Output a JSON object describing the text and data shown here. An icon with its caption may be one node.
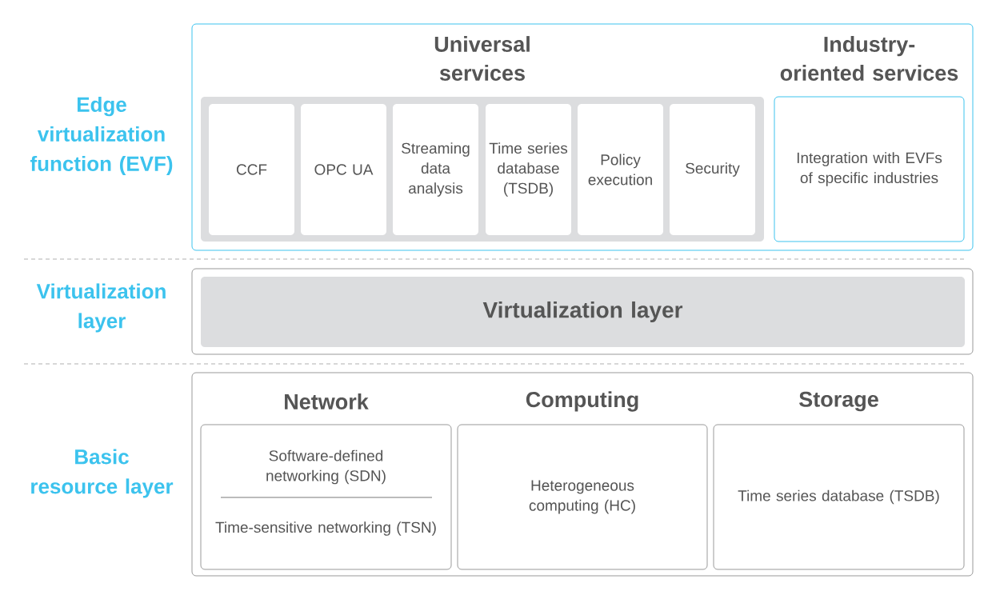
{
  "diagram": {
    "nodes": [
      {
        "text": [],
        "shape": "box"
      },
      {
        "text": [
          "Universal services"
        ],
        "in": 0
      },
      {
        "text": [
          "CCF"
        ],
        "in": 1
      },
      {
        "text": [
          "OPC UA"
        ],
        "in": 1
      },
      {
        "text": [
          "Streaming data analysis"
        ],
        "in": 1
      },
      {
        "text": [
          "Time series database (TSDB)"
        ],
        "in": 1
      },
      {
        "text": [
          "Policy execution"
        ],
        "in": 1
      },
      {
        "text": [
          "Security"
        ],
        "in": 1
      },
      {
        "text": [
          "Industry-oriented services",
          "Integration with EVFs of specific industries"
        ],
        "in": 0
      },
      {
        "text": [],
        "shape": "box"
      },
      {
        "text": [
          "Virtualization layer"
        ],
        "in": 9
      },
      {
        "text": [],
        "shape": "box"
      },
      {
        "text": [
          "Network",
          "Software-defined networking (SDN)",
          "Time-sensitive networking (TSN)"
        ],
        "in": 11
      },
      {
        "text": [
          "Computing",
          "Heterogeneous computing (HC)"
        ],
        "in": 11
      },
      {
        "text": [
          "Storage",
          "Time series database (TSDB)"
        ],
        "in": 11
      }
    ],
    "labels": [
      "Edge virtualization function (EVF)",
      "Virtualization layer",
      "Basic resource layer"
    ]
  }
}
